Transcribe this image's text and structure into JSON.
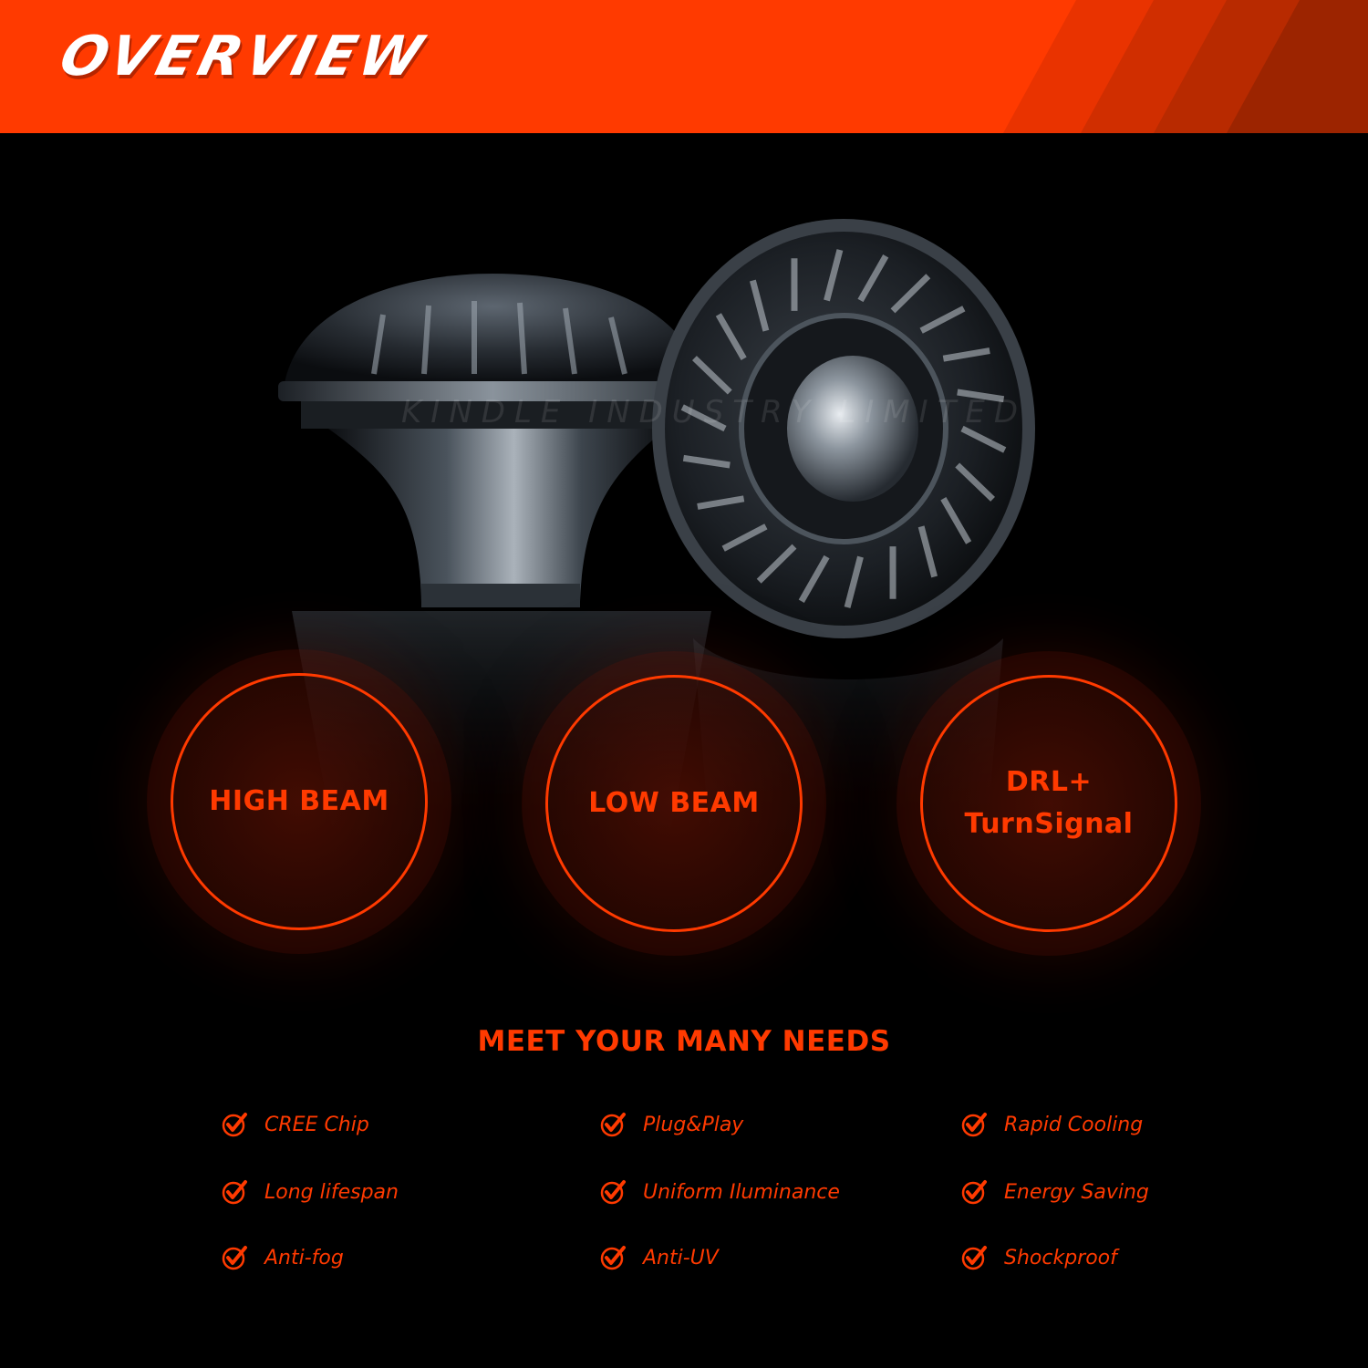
{
  "header": {
    "title": "OVERVIEW"
  },
  "watermark": "KINDLE INDUSTRY LIMITED",
  "modes": [
    {
      "lines": [
        "HIGH BEAM"
      ]
    },
    {
      "lines": [
        "LOW BEAM"
      ]
    },
    {
      "lines": [
        "DRL+",
        "TurnSignal"
      ]
    }
  ],
  "needs": {
    "title": "MEET YOUR MANY NEEDS",
    "features": [
      "CREE Chip",
      "Plug&Play",
      "Rapid Cooling",
      "Long lifespan",
      "Uniform Iluminance",
      "Energy Saving",
      "Anti-fog",
      "Anti-UV",
      "Shockproof"
    ]
  },
  "colors": {
    "accent": "#ff3a00",
    "background": "#000000",
    "title_text": "#ffffff"
  },
  "icons": {
    "feature_marker": "check-circle-icon"
  }
}
